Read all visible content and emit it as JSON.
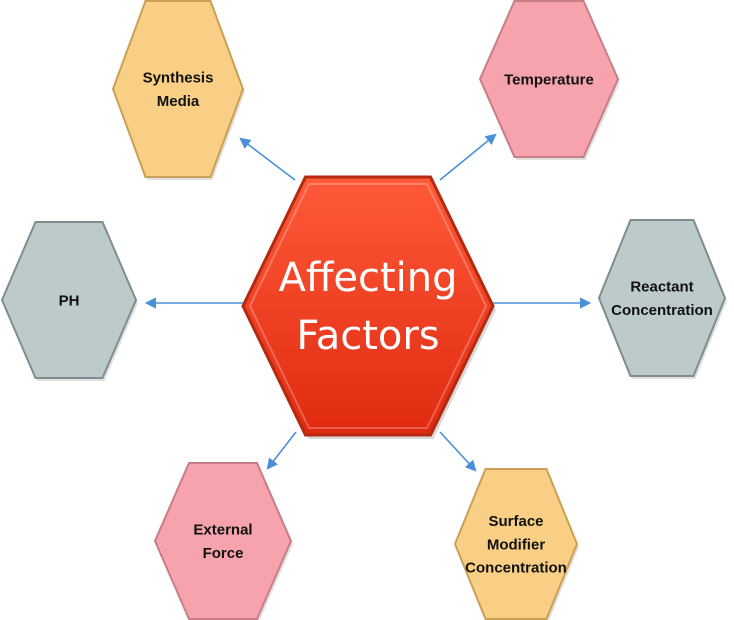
{
  "center": {
    "label_lines": [
      "Affecting",
      "Factors"
    ],
    "color_light": "#ff5a3a",
    "color_dark": "#e02a10",
    "edge_color": "#b32a10"
  },
  "factors": [
    {
      "id": "synthesis-media",
      "label_lines": [
        "Synthesis",
        "Media"
      ],
      "fill": "#f8cf84",
      "stroke": "#c9a055"
    },
    {
      "id": "temperature",
      "label_lines": [
        "Temperature"
      ],
      "fill": "#f6a3ad",
      "stroke": "#c77e86"
    },
    {
      "id": "ph",
      "label_lines": [
        "PH"
      ],
      "fill": "#bccacb",
      "stroke": "#7e8d8f"
    },
    {
      "id": "reactant-concentration",
      "label_lines": [
        "Reactant",
        "Concentration"
      ],
      "fill": "#bccacb",
      "stroke": "#7e8d8f"
    },
    {
      "id": "external-force",
      "label_lines": [
        "External",
        "Force"
      ],
      "fill": "#f6a3ad",
      "stroke": "#c77e86"
    },
    {
      "id": "surface-modifier-concentration",
      "label_lines": [
        "Surface",
        "Modifier",
        "Concentration"
      ],
      "fill": "#f8cf84",
      "stroke": "#c9a055"
    }
  ],
  "arrow_color": "#4a90d9"
}
